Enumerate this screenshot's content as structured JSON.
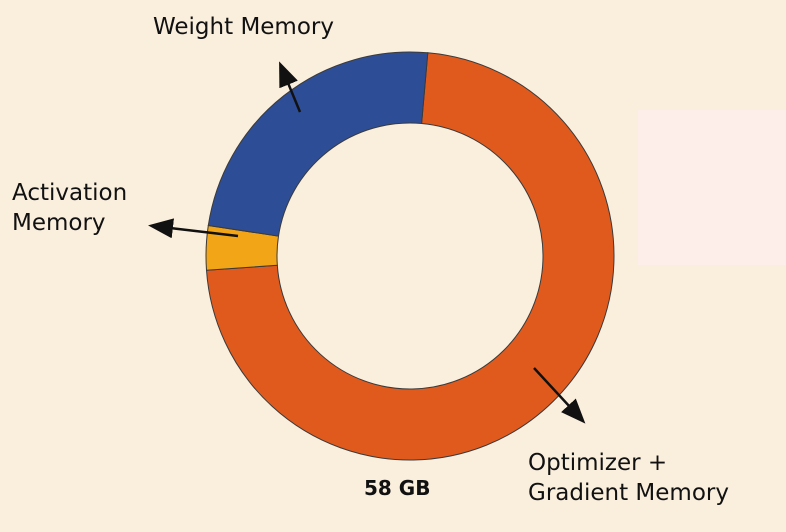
{
  "chart_data": {
    "type": "donut",
    "title": "",
    "total_label": "58 GB",
    "slices": [
      {
        "name": "Optimizer + Gradient Memory",
        "label_lines": [
          "Optimizer +",
          "Gradient Memory"
        ],
        "value": 72.5,
        "color": "#e05a1e"
      },
      {
        "name": "Activation Memory",
        "label_lines": [
          "Activation",
          "Memory"
        ],
        "value": 3.5,
        "color": "#f2a516"
      },
      {
        "name": "Weight Memory",
        "label_lines": [
          "Weight Memory"
        ],
        "value": 24.0,
        "color": "#2d4e96"
      }
    ],
    "start_angle_deg": 5,
    "direction": "clockwise"
  },
  "colors": {
    "background": "#faeedd",
    "panel": "#fdeeea",
    "stroke": "#3a3a3a",
    "text": "#111111"
  }
}
